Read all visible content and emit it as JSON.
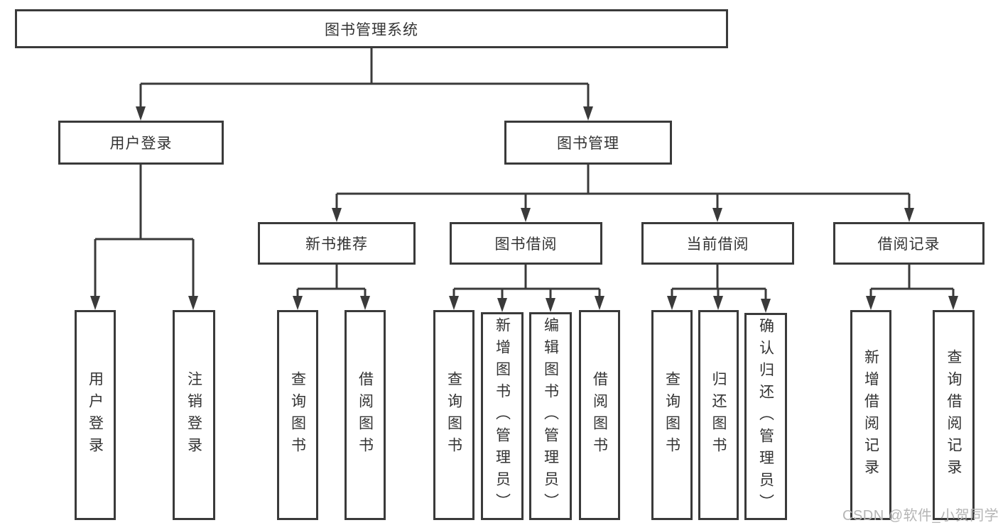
{
  "diagram": {
    "root": {
      "label": "图书管理系统"
    },
    "branches": [
      {
        "label": "用户登录",
        "children": [
          {
            "label": "用户登录"
          },
          {
            "label": "注销登录"
          }
        ]
      },
      {
        "label": "图书管理",
        "children": [
          {
            "label": "新书推荐",
            "children": [
              {
                "label": "查询图书"
              },
              {
                "label": "借阅图书"
              }
            ]
          },
          {
            "label": "图书借阅",
            "children": [
              {
                "label": "查询图书"
              },
              {
                "label": "新增图书（管理员）"
              },
              {
                "label": "编辑图书（管理员）"
              },
              {
                "label": "借阅图书"
              }
            ]
          },
          {
            "label": "当前借阅",
            "children": [
              {
                "label": "查询图书"
              },
              {
                "label": "归还图书"
              },
              {
                "label": "确认归还（管理员）"
              }
            ]
          },
          {
            "label": "借阅记录",
            "children": [
              {
                "label": "新增借阅记录"
              },
              {
                "label": "查询借阅记录"
              }
            ]
          }
        ]
      }
    ]
  },
  "watermark": {
    "text": "CSDN @软件_小贺同学"
  },
  "colors": {
    "line": "#3a3a3a",
    "text": "#333333",
    "background": "#ffffff",
    "watermark": "#b5b5b5"
  }
}
